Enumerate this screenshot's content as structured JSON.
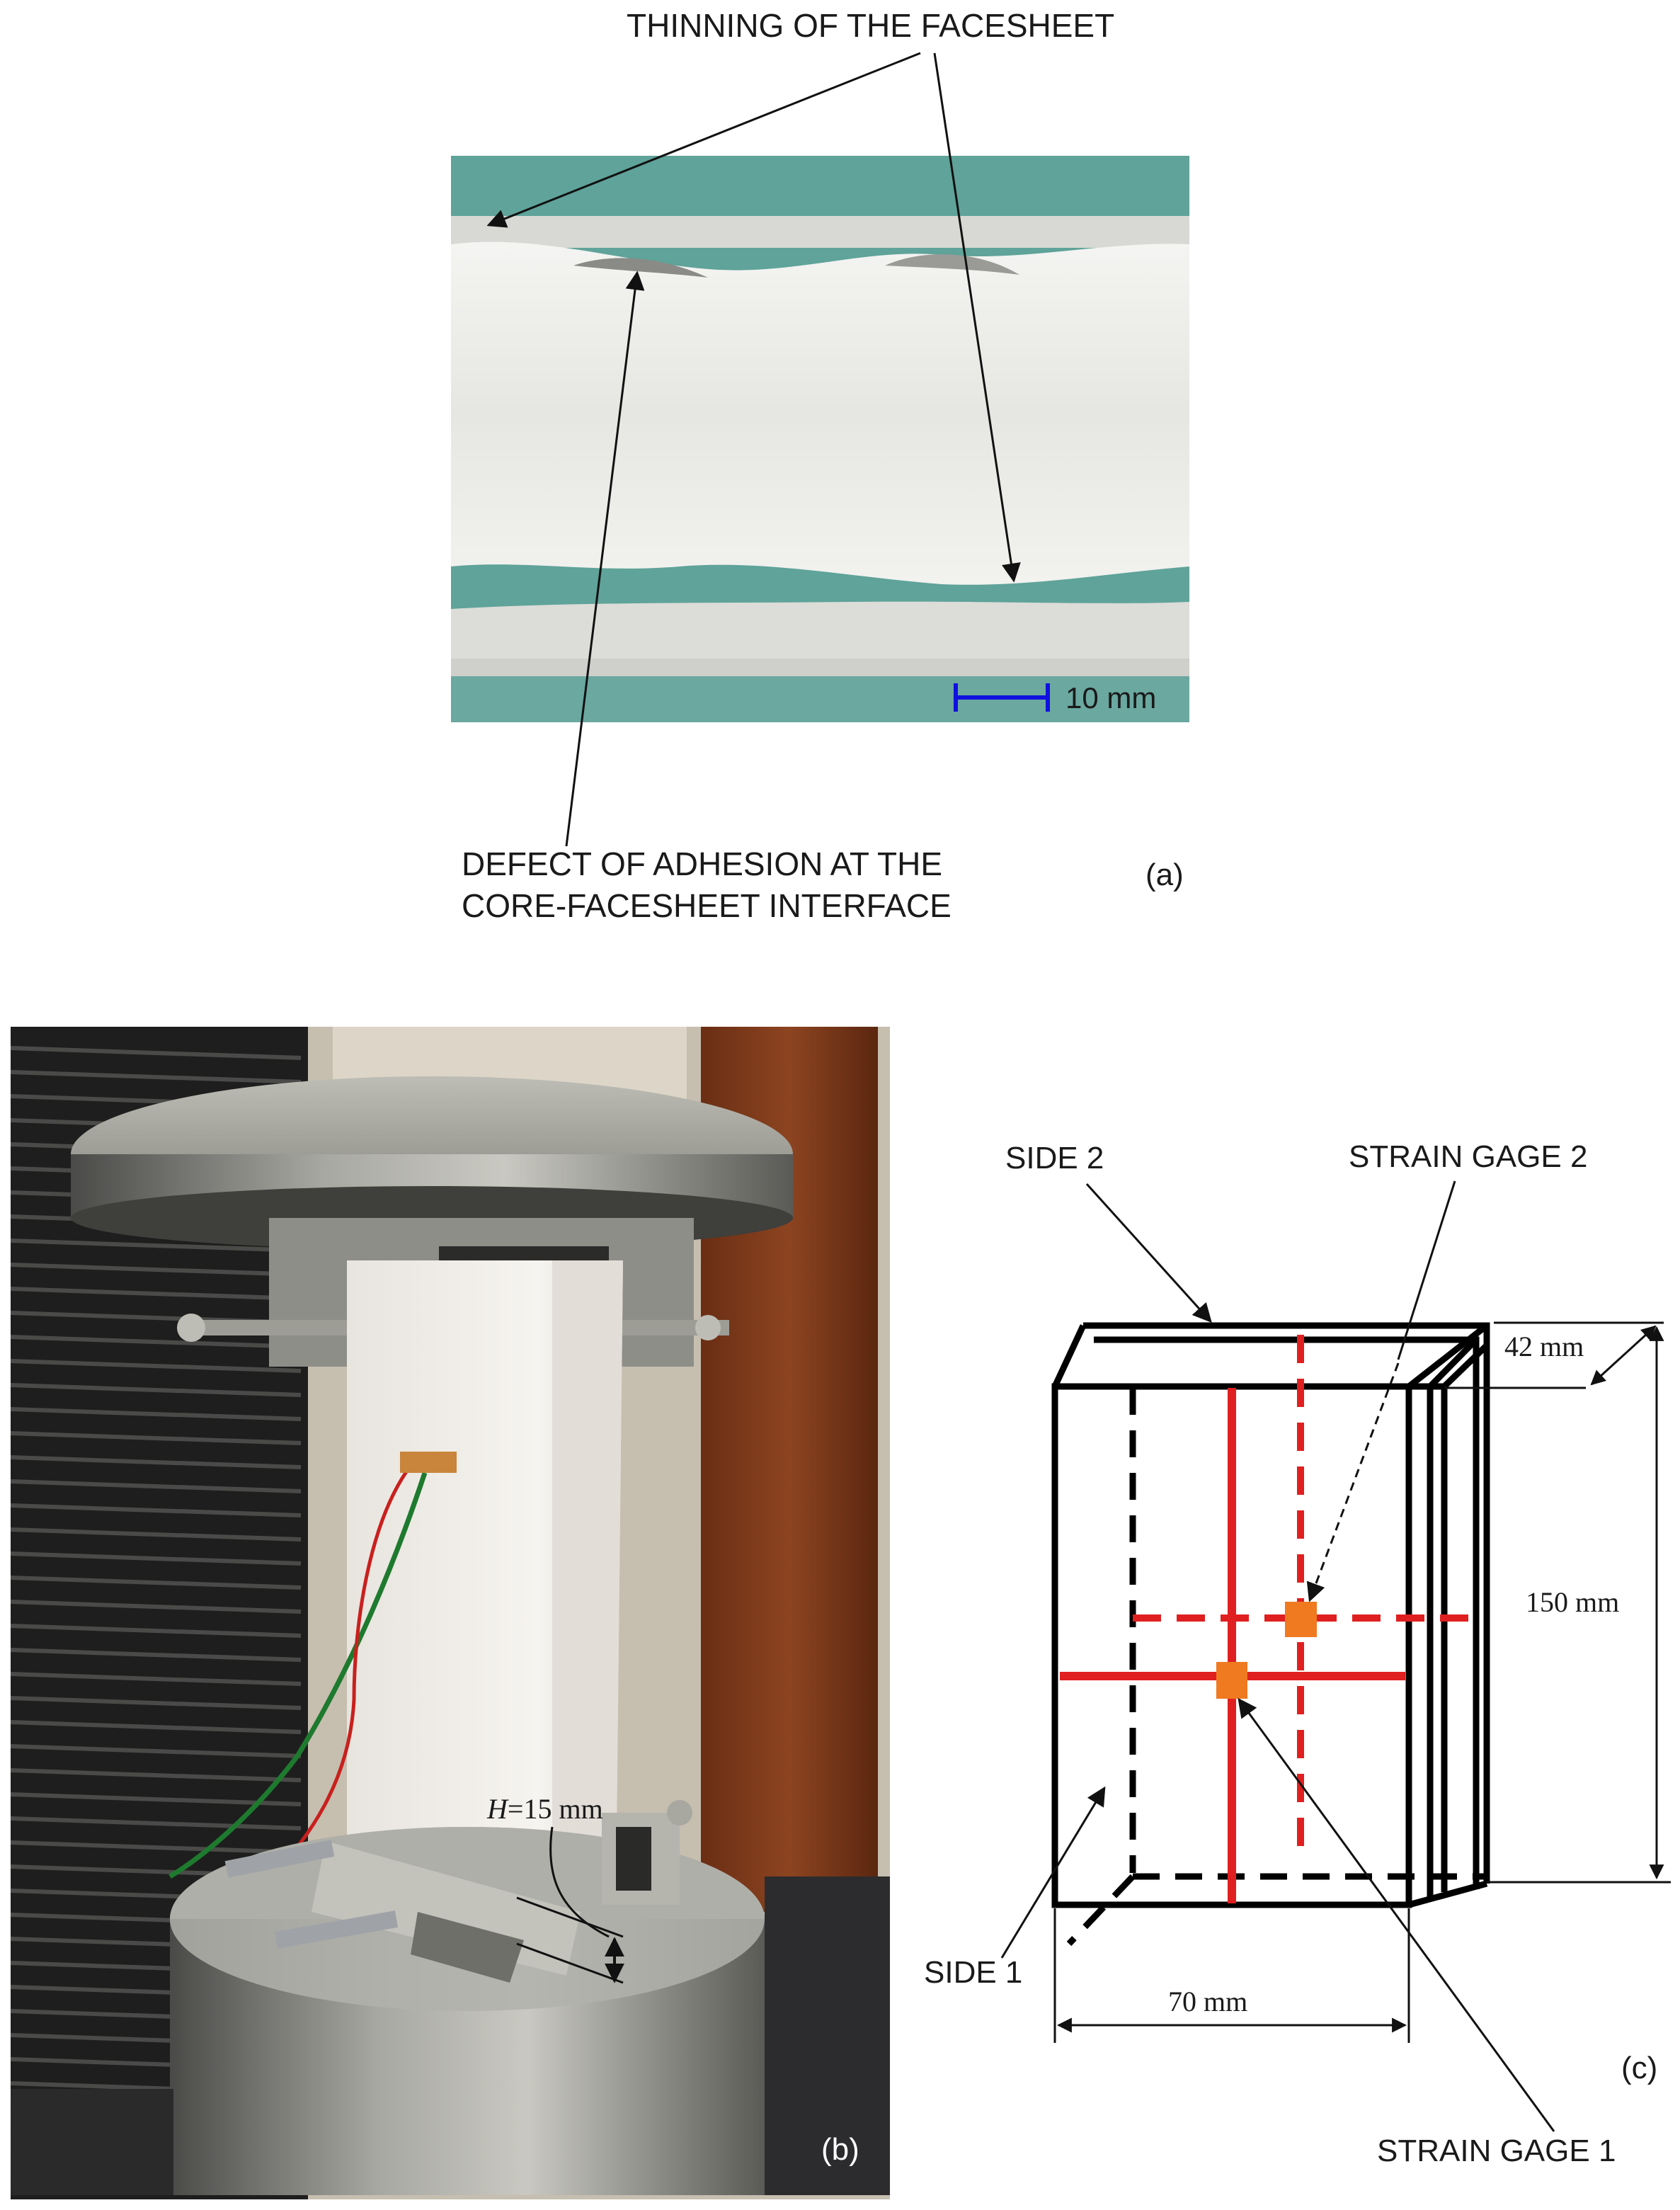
{
  "panel_a": {
    "label_thinning": "THINNING OF THE FACESHEET",
    "label_defect_line1": "DEFECT OF ADHESION AT THE",
    "label_defect_line2": "CORE-FACESHEET INTERFACE",
    "scale_bar_text": "10 mm",
    "panel_tag": "(a)"
  },
  "panel_b": {
    "height_label": "=15 mm",
    "height_symbol": "H",
    "panel_tag": "(b)"
  },
  "panel_c": {
    "side2_label": "SIDE 2",
    "side1_label": "SIDE 1",
    "gage2_label": "STRAIN GAGE 2",
    "gage1_label": "STRAIN GAGE 1",
    "dim_depth": "42 mm",
    "dim_height": "150 mm",
    "dim_width": "70 mm",
    "panel_tag": "(c)"
  },
  "colors": {
    "gauge_line": "#e02020",
    "gauge_patch": "#f07a20",
    "scale_bar": "#1010e0",
    "backing_green": "#5fa39a"
  }
}
